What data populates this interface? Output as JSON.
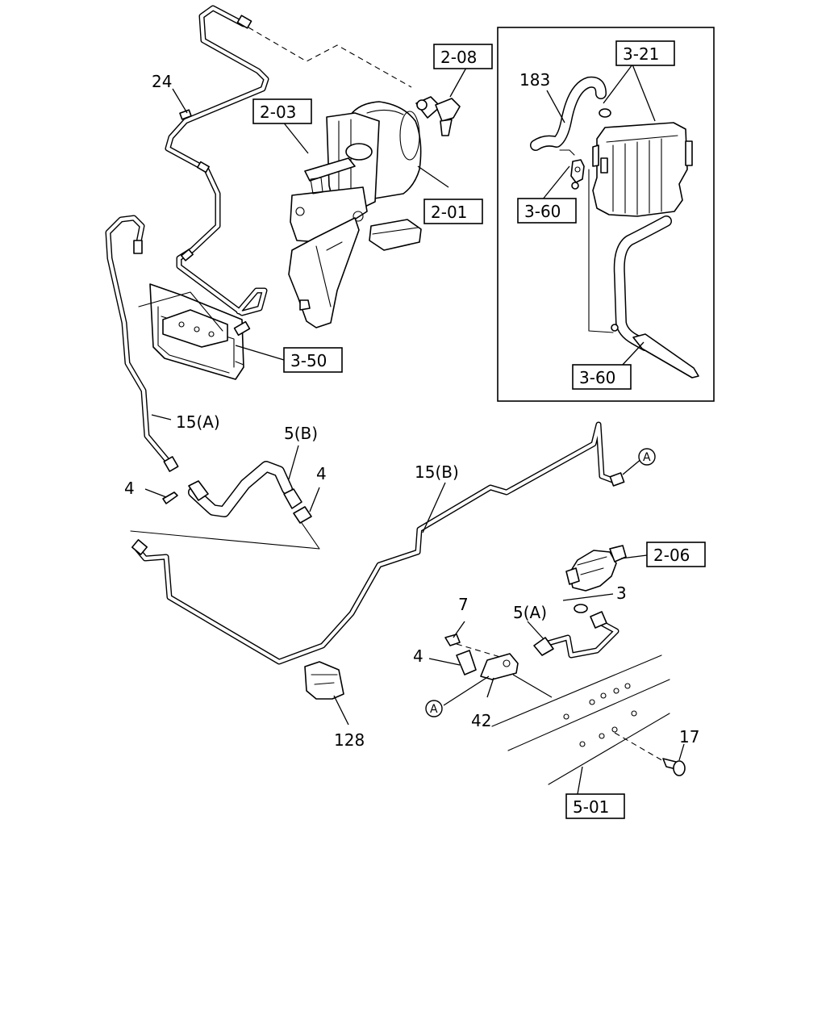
{
  "labels": {
    "l24": "24",
    "l183": "183",
    "l15a": "15(A)",
    "l15b": "15(B)",
    "l5b": "5(B)",
    "l4a": "4",
    "l4b": "4",
    "l4c": "4",
    "l3": "3",
    "l7": "7",
    "l5a": "5(A)",
    "l42": "42",
    "l128": "128",
    "l17": "17"
  },
  "refs": {
    "r208": "2-08",
    "r203": "2-03",
    "r201": "2-01",
    "r321": "3-21",
    "r360a": "3-60",
    "r360b": "3-60",
    "r350": "3-50",
    "r206": "2-06",
    "r501": "5-01"
  },
  "connectors": {
    "cA1": "A",
    "cA2": "A"
  }
}
